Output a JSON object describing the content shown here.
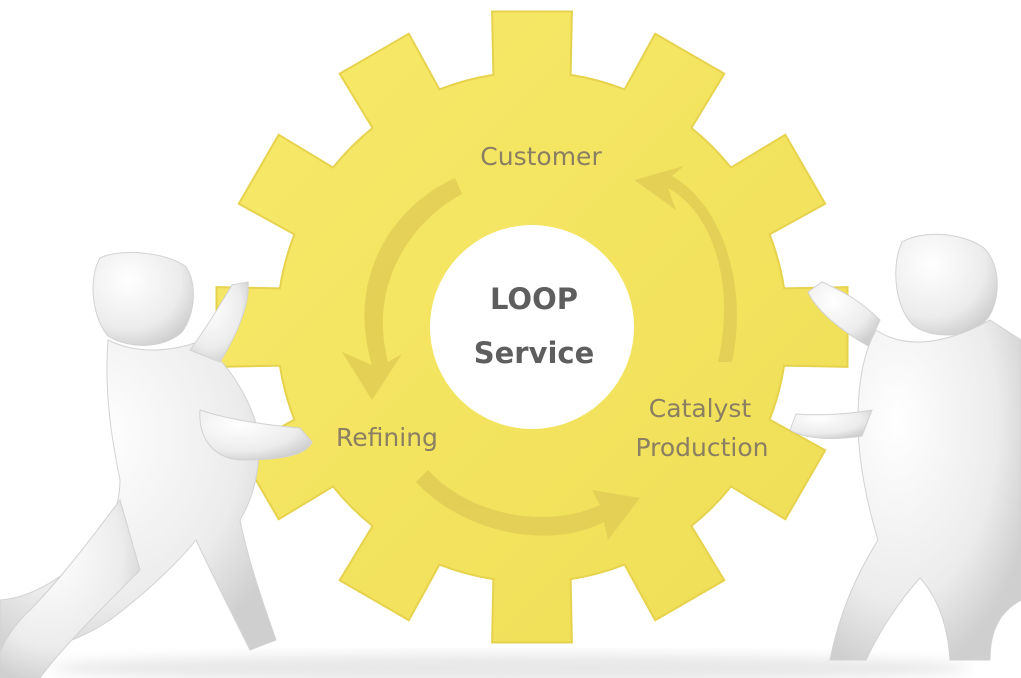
{
  "diagram": {
    "center_title_line1": "LOOP",
    "center_title_line2": "Service",
    "nodes": {
      "customer": "Customer",
      "catalyst_line1": "Catalyst",
      "catalyst_line2": "Production",
      "refining": "Refining"
    },
    "colors": {
      "gear_fill": "#f4e55e",
      "gear_edge": "#e8d64a",
      "hub_fill": "#ffffff",
      "arrow_fill": "#e4cf57",
      "node_text": "#8a7f62",
      "center_text": "#5e5e5e",
      "figure_fill": "#f4f4f4"
    },
    "figures": [
      "left-pushing-figure",
      "right-pushing-figure"
    ]
  }
}
